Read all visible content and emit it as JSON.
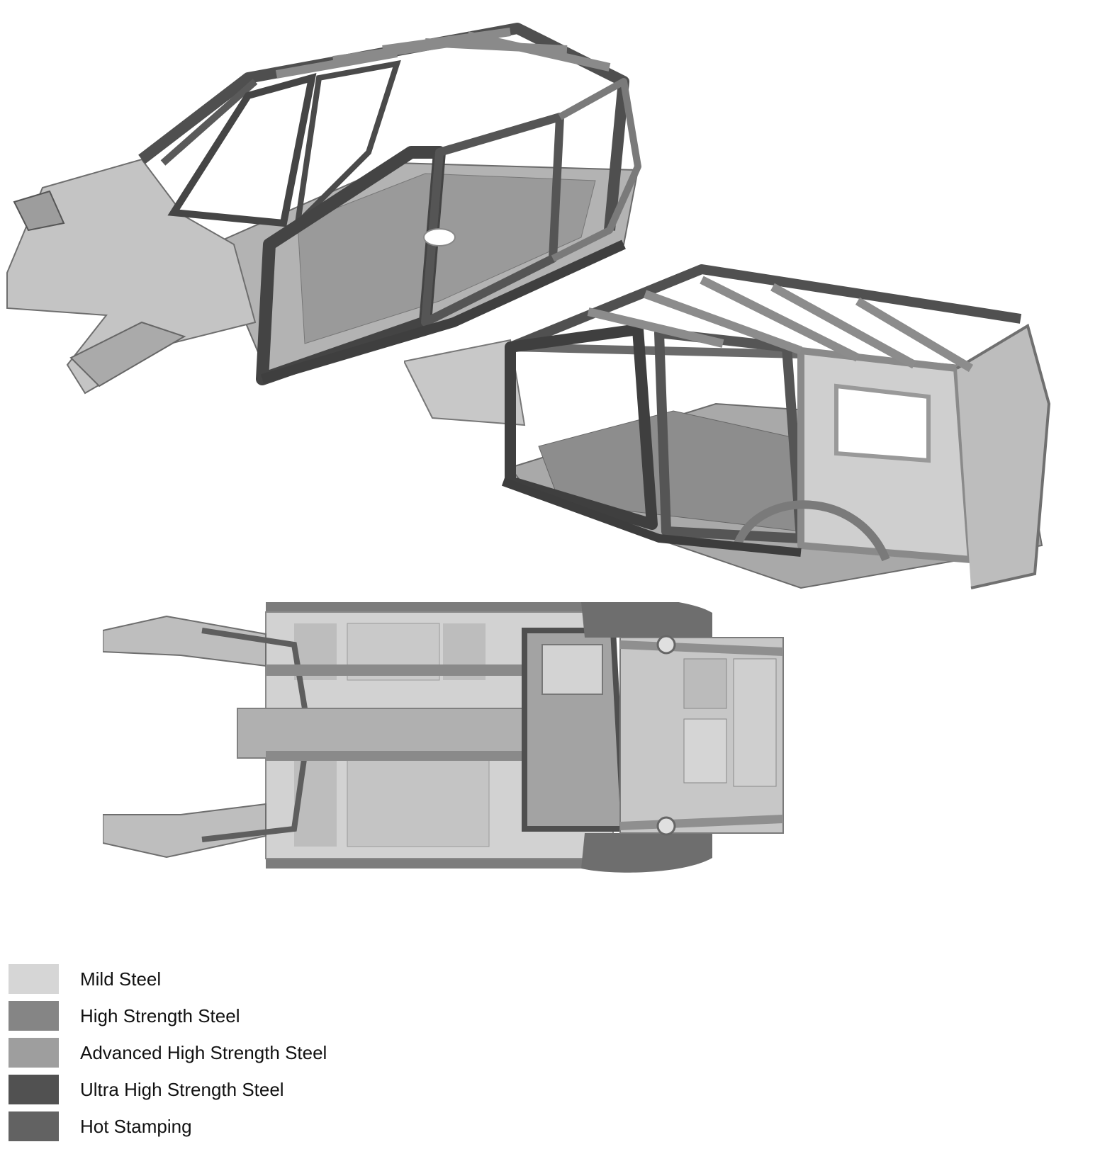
{
  "views": [
    {
      "name": "front-isometric"
    },
    {
      "name": "rear-isometric"
    },
    {
      "name": "underbody"
    }
  ],
  "legend": {
    "items": [
      {
        "label": "Mild Steel",
        "color": "#d6d6d6"
      },
      {
        "label": "High Strength Steel",
        "color": "#858585"
      },
      {
        "label": "Advanced High Strength Steel",
        "color": "#9e9e9e"
      },
      {
        "label": "Ultra High Strength Steel",
        "color": "#515151"
      },
      {
        "label": "Hot Stamping",
        "color": "#626262"
      }
    ]
  }
}
